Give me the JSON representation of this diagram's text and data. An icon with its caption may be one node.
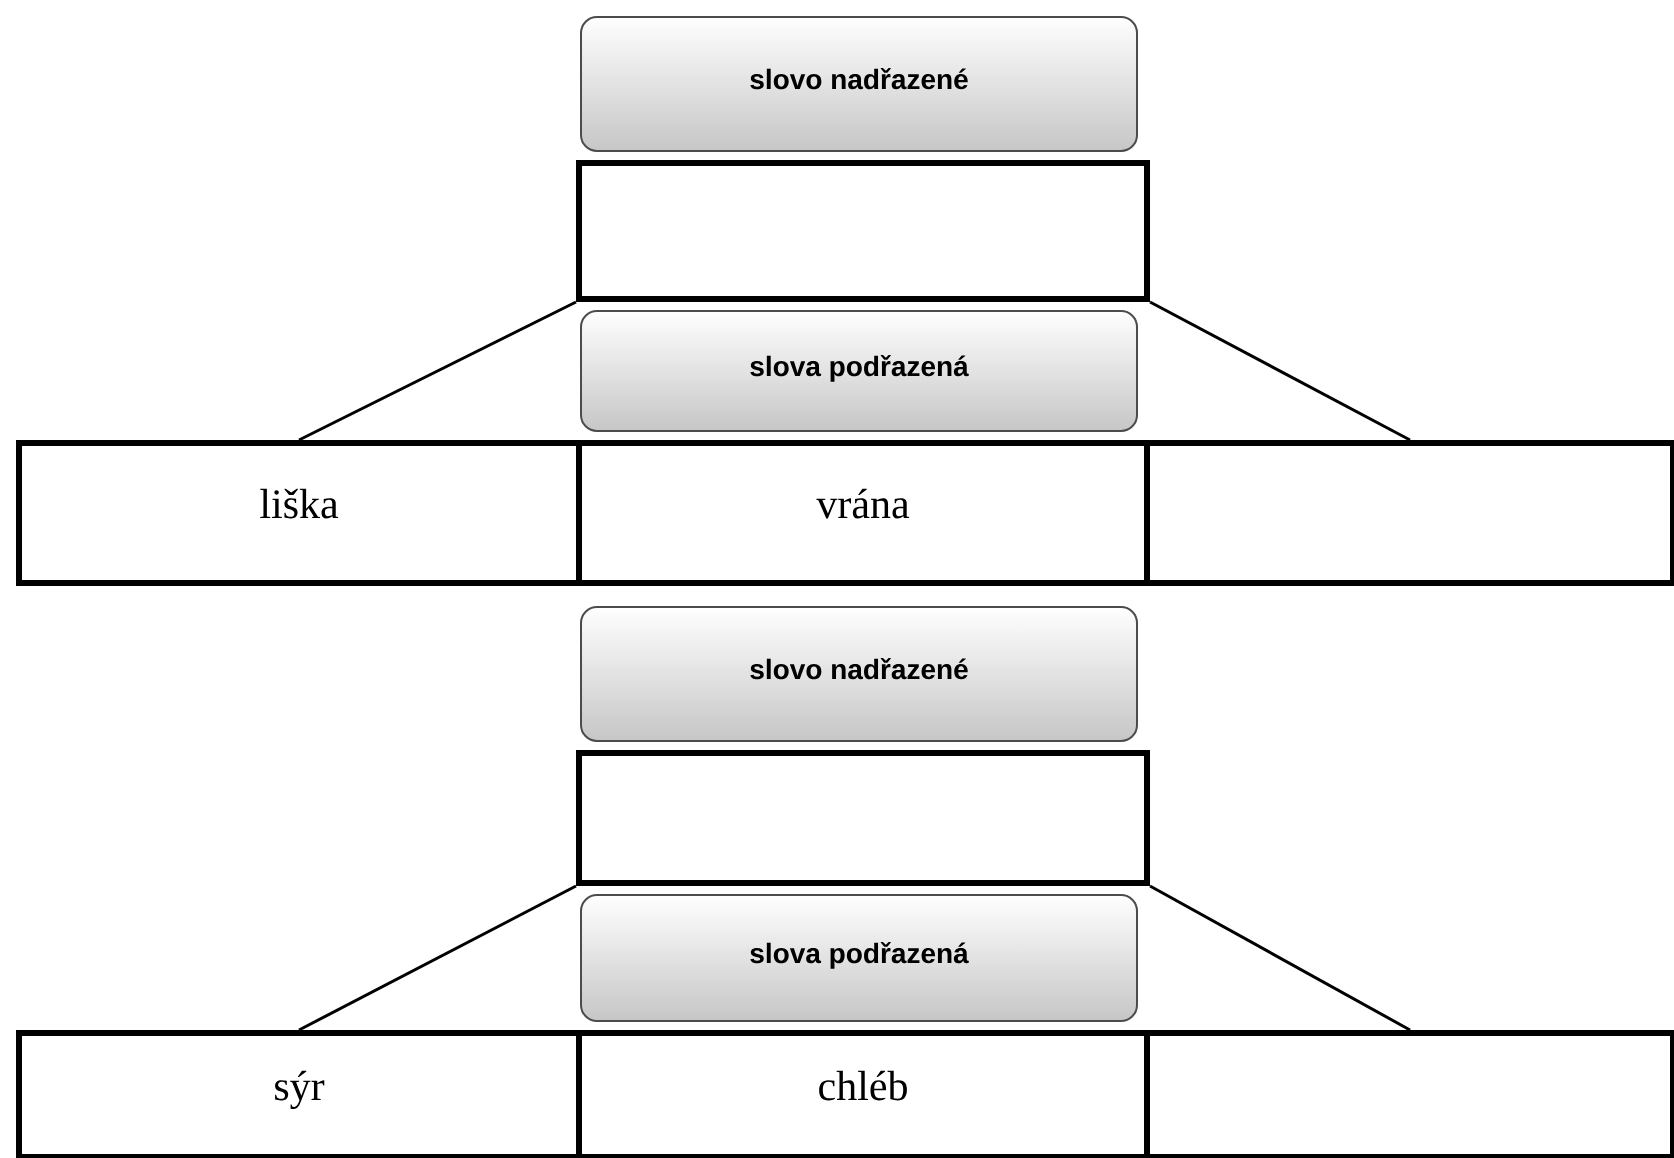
{
  "diagram": {
    "nodes": [
      {
        "text": [
          "slovo nadřazené"
        ]
      },
      {
        "text": [],
        "shape": "box"
      },
      {
        "text": [
          "slova podřazená"
        ]
      },
      {
        "text": [
          "liška"
        ]
      },
      {
        "text": [
          "vrána"
        ]
      },
      {
        "text": [],
        "shape": "box"
      },
      {
        "text": [
          "slovo nadřazené"
        ]
      },
      {
        "text": [],
        "shape": "box"
      },
      {
        "text": [
          "slova podřazená"
        ]
      },
      {
        "text": [
          "sýr"
        ]
      },
      {
        "text": [
          "chléb"
        ]
      },
      {
        "text": [],
        "shape": "box"
      }
    ],
    "edges": [
      {
        "from": 1,
        "to": 3,
        "arrow": "none"
      },
      {
        "from": 1,
        "to": 5,
        "arrow": "none"
      },
      {
        "from": 7,
        "to": 9,
        "arrow": "none"
      },
      {
        "from": 7,
        "to": 11,
        "arrow": "none"
      }
    ]
  }
}
